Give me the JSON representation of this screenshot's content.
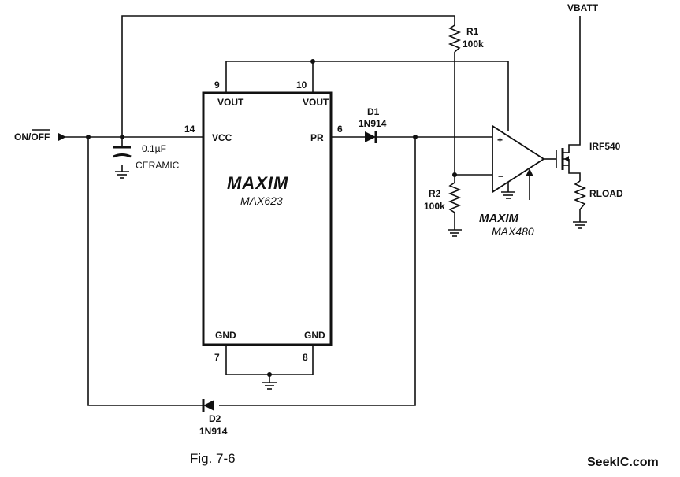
{
  "input": {
    "label": "ON/OFF"
  },
  "capacitor": {
    "value": "0.1µF",
    "type": "CERAMIC"
  },
  "ic_main": {
    "logo": "MAXIM",
    "part": "MAX623",
    "pins": {
      "vout_left": "VOUT",
      "vout_right": "VOUT",
      "vcc": "VCC",
      "pr": "PR",
      "gnd_left": "GND",
      "gnd_right": "GND",
      "n9": "9",
      "n10": "10",
      "n14": "14",
      "n6": "6",
      "n7": "7",
      "n8": "8"
    }
  },
  "d1": {
    "ref": "D1",
    "part": "1N914"
  },
  "d2": {
    "ref": "D2",
    "part": "1N914"
  },
  "r1": {
    "ref": "R1",
    "value": "100k"
  },
  "r2": {
    "ref": "R2",
    "value": "100k"
  },
  "comparator": {
    "logo": "MAXIM",
    "part": "MAX480",
    "plus": "+",
    "minus": "−"
  },
  "mosfet": {
    "part": "IRF540"
  },
  "vbatt": {
    "label": "VBATT"
  },
  "rload": {
    "label": "RLOAD"
  },
  "caption": "Fig. 7-6",
  "watermark": "SeekIC.com"
}
